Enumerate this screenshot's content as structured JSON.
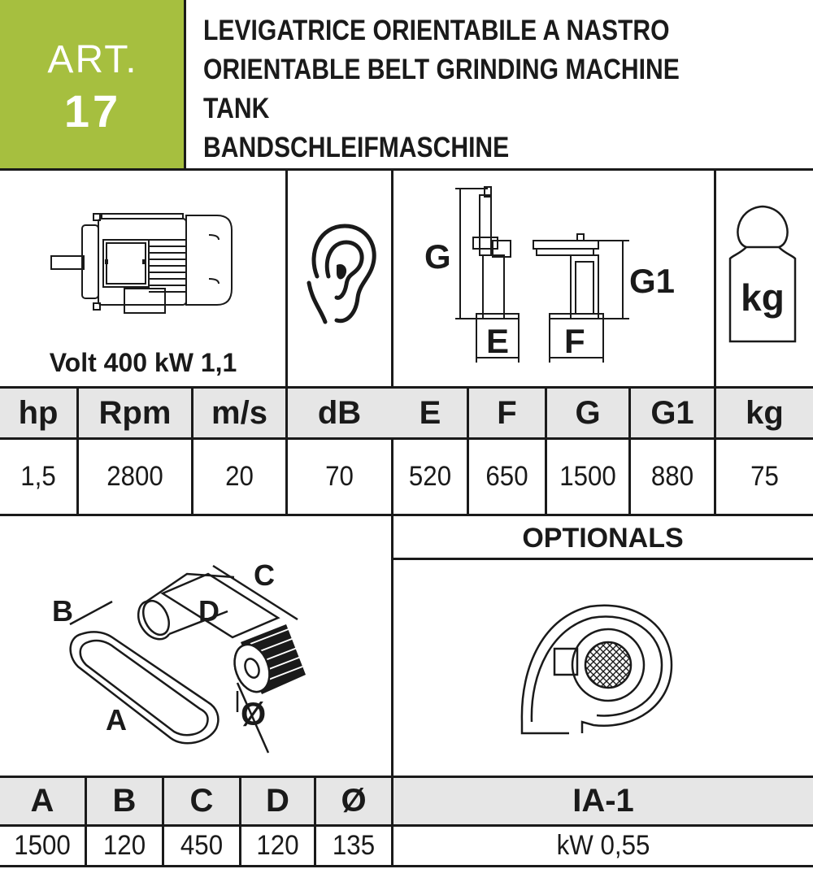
{
  "art": {
    "label": "ART.",
    "number": "17"
  },
  "titles": [
    "LEVIGATRICE ORIENTABILE A NASTRO",
    "ORIENTABLE BELT GRINDING MACHINE",
    "TANK",
    "BANDSCHLEIFMASCHINE"
  ],
  "motor_caption": "Volt 400 kW 1,1",
  "dimension_labels": {
    "G": "G",
    "G1": "G1",
    "E": "E",
    "F": "F"
  },
  "weight_label": "kg",
  "spec_headers": [
    "hp",
    "Rpm",
    "m/s",
    "dB",
    "E",
    "F",
    "G",
    "G1",
    "kg"
  ],
  "spec_values": [
    "1,5",
    "2800",
    "20",
    "70",
    "520",
    "650",
    "1500",
    "880",
    "75"
  ],
  "belt_labels": {
    "A": "A",
    "B": "B",
    "C": "C",
    "D": "D",
    "diameter": "Ø"
  },
  "optionals": {
    "title": "OPTIONALS",
    "code": "IA-1",
    "power": "kW 0,55"
  },
  "belt_headers": [
    "A",
    "B",
    "C",
    "D",
    "Ø"
  ],
  "belt_values": [
    "1500",
    "120",
    "450",
    "120",
    "135"
  ],
  "colors": {
    "accent": "#a6bf3f",
    "header_bg": "#e6e6e6",
    "ink": "#1a1a1a"
  },
  "icons": [
    "motor-icon",
    "ear-icon",
    "machine-dimensions-icon",
    "weight-icon",
    "belt-wheel-icon",
    "blower-icon"
  ]
}
